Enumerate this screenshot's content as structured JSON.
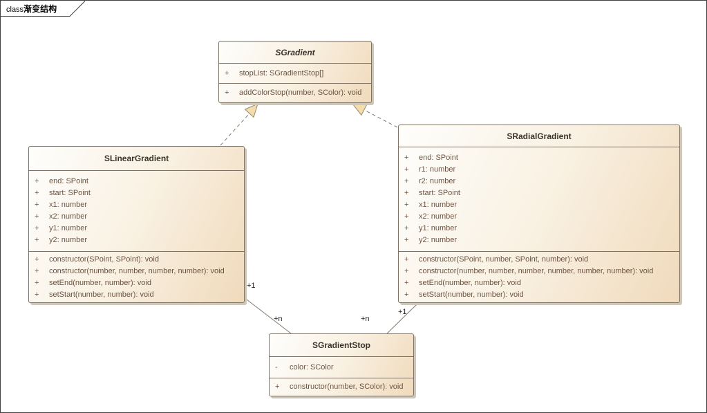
{
  "frame": {
    "tab_keyword": "class",
    "tab_name": "渐变结构"
  },
  "colors": {
    "frame_line": "#3f3f3f",
    "box_fill_light": "#fefefc",
    "box_fill_dark": "#f0dabc",
    "box_border": "#7e7265",
    "box_shadow": "#ccc6bb",
    "title_text": "#3b342c",
    "member_text": "#6d5342",
    "connector_line": "#84796b",
    "triangle_fill": "#f3ddae",
    "triangle_border": "#98876a",
    "label_text": "#222222"
  },
  "classes": [
    {
      "name": "SGradient",
      "abstract": true,
      "attributes": [
        {
          "sign": "+",
          "text": "stopList: SGradientStop[]"
        }
      ],
      "methods": [
        {
          "sign": "+",
          "text": "addColorStop(number, SColor): void"
        }
      ]
    },
    {
      "name": "SLinearGradient",
      "abstract": false,
      "attributes": [
        {
          "sign": "+",
          "text": "end: SPoint"
        },
        {
          "sign": "+",
          "text": "start: SPoint"
        },
        {
          "sign": "+",
          "text": "x1: number"
        },
        {
          "sign": "+",
          "text": "x2: number"
        },
        {
          "sign": "+",
          "text": "y1: number"
        },
        {
          "sign": "+",
          "text": "y2: number"
        }
      ],
      "methods": [
        {
          "sign": "+",
          "text": "constructor(SPoint, SPoint): void"
        },
        {
          "sign": "+",
          "text": "constructor(number, number, number, number): void"
        },
        {
          "sign": "+",
          "text": "setEnd(number, number): void"
        },
        {
          "sign": "+",
          "text": "setStart(number, number): void"
        }
      ]
    },
    {
      "name": "SRadialGradient",
      "abstract": false,
      "attributes": [
        {
          "sign": "+",
          "text": "end: SPoint"
        },
        {
          "sign": "+",
          "text": "r1: number"
        },
        {
          "sign": "+",
          "text": "r2: number"
        },
        {
          "sign": "+",
          "text": "start: SPoint"
        },
        {
          "sign": "+",
          "text": "x1: number"
        },
        {
          "sign": "+",
          "text": "x2: number"
        },
        {
          "sign": "+",
          "text": "y1: number"
        },
        {
          "sign": "+",
          "text": "y2: number"
        }
      ],
      "methods": [
        {
          "sign": "+",
          "text": "constructor(SPoint, number, SPoint, number): void"
        },
        {
          "sign": "+",
          "text": "constructor(number, number, number, number, number, number): void"
        },
        {
          "sign": "+",
          "text": "setEnd(number, number): void"
        },
        {
          "sign": "+",
          "text": "setStart(number, number): void"
        }
      ]
    },
    {
      "name": "SGradientStop",
      "abstract": false,
      "attributes": [
        {
          "sign": "-",
          "text": "color: SColor"
        }
      ],
      "methods": [
        {
          "sign": "+",
          "text": "constructor(number, SColor): void"
        }
      ]
    }
  ],
  "relationships": {
    "generalizations": [
      {
        "from": "SLinearGradient",
        "to": "SGradient",
        "style": "dashed"
      },
      {
        "from": "SRadialGradient",
        "to": "SGradient",
        "style": "dashed"
      }
    ],
    "associations": [
      {
        "from": "SLinearGradient",
        "to": "SGradientStop",
        "source_label": "+1",
        "target_label": "+n"
      },
      {
        "from": "SRadialGradient",
        "to": "SGradientStop",
        "source_label": "+1",
        "target_label": "+n"
      }
    ]
  }
}
